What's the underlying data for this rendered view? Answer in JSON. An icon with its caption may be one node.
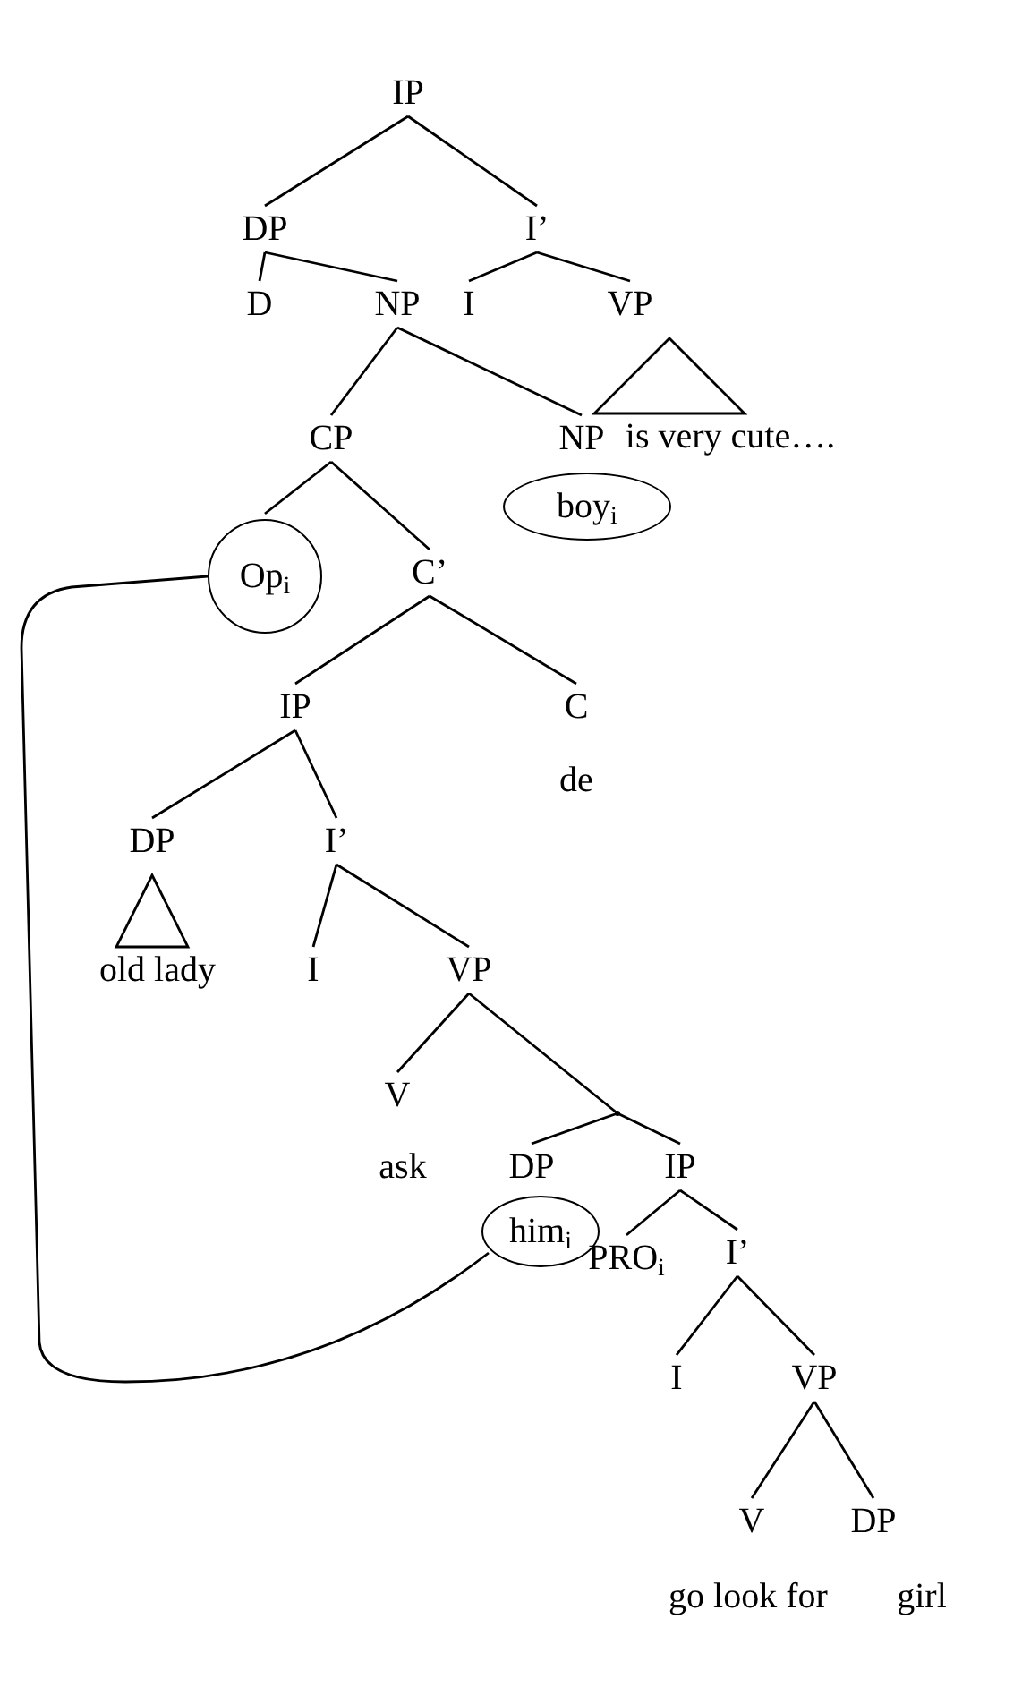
{
  "diagram": {
    "nodes": [
      {
        "text": [
          "IP"
        ]
      },
      {
        "text": [
          "DP"
        ]
      },
      {
        "text": [
          "I’"
        ]
      },
      {
        "text": [
          "D"
        ]
      },
      {
        "text": [
          "NP"
        ]
      },
      {
        "text": [
          "I"
        ]
      },
      {
        "text": [
          "VP"
        ]
      },
      {
        "text": [
          "is very cute…."
        ]
      },
      {
        "text": [
          "CP"
        ]
      },
      {
        "text": [
          "NP"
        ]
      },
      {
        "text": [
          "boy$_{i}$"
        ]
      },
      {
        "text": [
          "Op$_{i}$"
        ]
      },
      {
        "text": [
          "C’"
        ]
      },
      {
        "text": [
          "IP"
        ]
      },
      {
        "text": [
          "C"
        ]
      },
      {
        "text": [
          "de"
        ]
      },
      {
        "text": [
          "DP"
        ]
      },
      {
        "text": [
          "I’"
        ]
      },
      {
        "text": [
          "old lady"
        ]
      },
      {
        "text": [
          "I"
        ]
      },
      {
        "text": [
          "VP"
        ]
      },
      {
        "text": [
          "V"
        ]
      },
      {
        "text": [],
        "shape": "point"
      },
      {
        "text": [
          "ask"
        ]
      },
      {
        "text": [
          "DP"
        ]
      },
      {
        "text": [
          "IP"
        ]
      },
      {
        "text": [
          "him$_{i}$"
        ]
      },
      {
        "text": [
          "PRO$_{i}$"
        ]
      },
      {
        "text": [
          "I’"
        ]
      },
      {
        "text": [
          "I"
        ]
      },
      {
        "text": [
          "VP"
        ]
      },
      {
        "text": [
          "V"
        ]
      },
      {
        "text": [
          "DP"
        ]
      },
      {
        "text": [
          "go look for"
        ]
      },
      {
        "text": [
          "girl"
        ]
      }
    ],
    "edges": [
      {
        "from": 0,
        "to": 1,
        "arrow": "none"
      },
      {
        "from": 0,
        "to": 2,
        "arrow": "none"
      },
      {
        "from": 1,
        "to": 3,
        "arrow": "none"
      },
      {
        "from": 1,
        "to": 4,
        "arrow": "none"
      },
      {
        "from": 2,
        "to": 5,
        "arrow": "none"
      },
      {
        "from": 2,
        "to": 6,
        "arrow": "none"
      },
      {
        "from": 6,
        "to": 7,
        "arrow": "none"
      },
      {
        "from": 4,
        "to": 8,
        "arrow": "none"
      },
      {
        "from": 4,
        "to": 9,
        "arrow": "none"
      },
      {
        "from": 8,
        "to": 11,
        "arrow": "none"
      },
      {
        "from": 8,
        "to": 12,
        "arrow": "none"
      },
      {
        "from": 12,
        "to": 13,
        "arrow": "none"
      },
      {
        "from": 12,
        "to": 14,
        "arrow": "none"
      },
      {
        "from": 13,
        "to": 16,
        "arrow": "none"
      },
      {
        "from": 13,
        "to": 17,
        "arrow": "none"
      },
      {
        "from": 16,
        "to": 18,
        "arrow": "none"
      },
      {
        "from": 17,
        "to": 19,
        "arrow": "none"
      },
      {
        "from": 17,
        "to": 20,
        "arrow": "none"
      },
      {
        "from": 20,
        "to": 21,
        "arrow": "none"
      },
      {
        "from": 20,
        "to": 22,
        "arrow": "none"
      },
      {
        "from": 22,
        "to": 24,
        "arrow": "none"
      },
      {
        "from": 22,
        "to": 25,
        "arrow": "none"
      },
      {
        "from": 25,
        "to": 27,
        "arrow": "none"
      },
      {
        "from": 25,
        "to": 28,
        "arrow": "none"
      },
      {
        "from": 28,
        "to": 29,
        "arrow": "none"
      },
      {
        "from": 28,
        "to": 30,
        "arrow": "none"
      },
      {
        "from": 30,
        "to": 31,
        "arrow": "none"
      },
      {
        "from": 30,
        "to": 32,
        "arrow": "none"
      },
      {
        "from": 11,
        "to": 26,
        "arrow": "none"
      }
    ]
  }
}
